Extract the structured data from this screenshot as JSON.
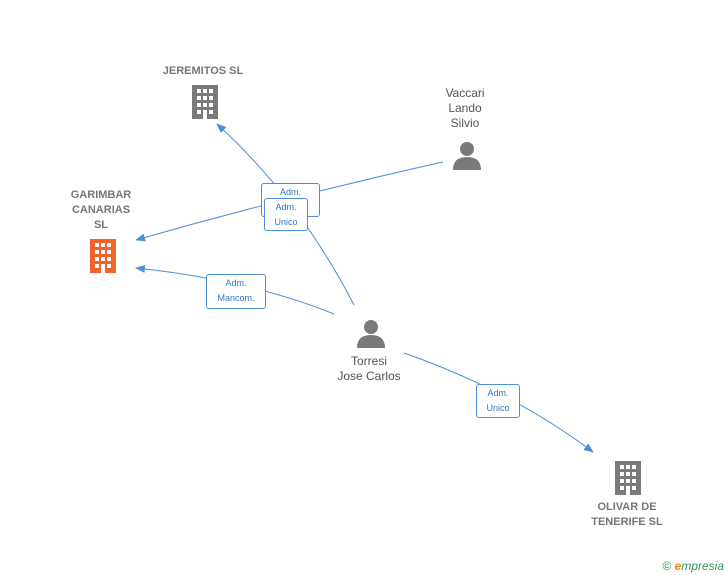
{
  "colors": {
    "edge": "#4a8fd9",
    "company": "#7a7a7a",
    "company_highlight": "#f0622e",
    "person": "#7a7a7a"
  },
  "nodes": {
    "jeremitos": {
      "label": "JEREMITOS  SL",
      "icon": "building-icon"
    },
    "garimbar": {
      "label": "GARIMBAR\nCANARIAS\nSL",
      "icon": "building-icon"
    },
    "olivar": {
      "label": "OLIVAR DE\nTENERIFE SL",
      "icon": "building-icon"
    },
    "vaccari": {
      "label": "Vaccari\nLando\nSilvio",
      "icon": "person-icon"
    },
    "torresi": {
      "label": "Torresi\nJose Carlos",
      "icon": "person-icon"
    }
  },
  "edges": {
    "vaccari_garimbar": "Adm.\nUnico",
    "torresi_jeremitos": "Adm.\nUnico",
    "torresi_garimbar": "Adm.\nMancom.",
    "torresi_olivar": "Adm.\nUnico"
  },
  "brand": {
    "copyright": "©",
    "e": "e",
    "rest": "mpresia"
  }
}
